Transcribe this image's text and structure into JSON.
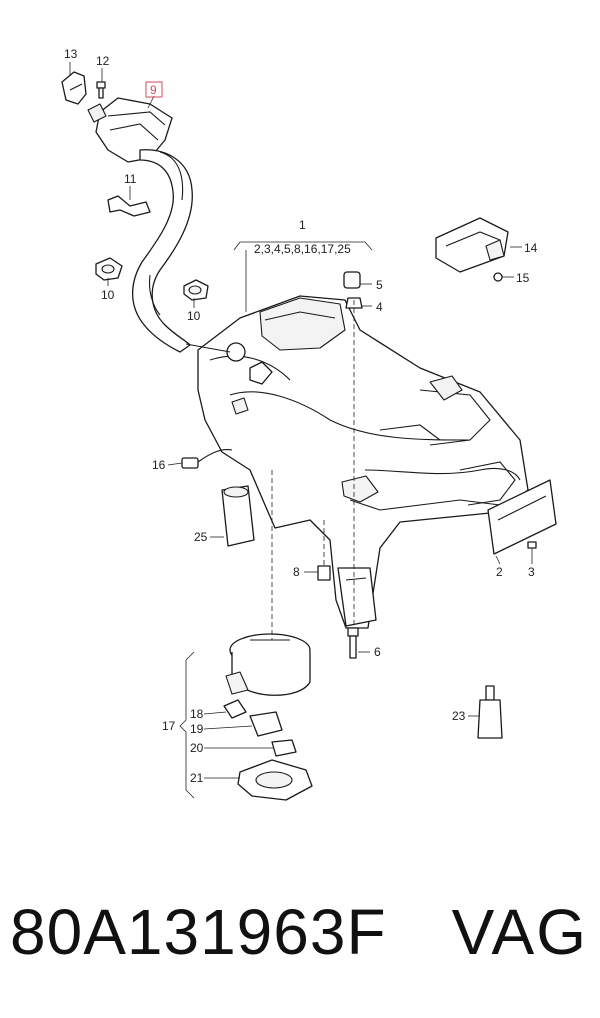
{
  "diagram": {
    "callouts": {
      "c1": "1",
      "c1_sub": "2,3,4,5,8,16,17,25",
      "c2": "2",
      "c3": "3",
      "c4": "4",
      "c5": "5",
      "c6": "6",
      "c8": "8",
      "c9": "9",
      "c10a": "10",
      "c10b": "10",
      "c11": "11",
      "c12": "12",
      "c13": "13",
      "c14": "14",
      "c15": "15",
      "c16": "16",
      "c17": "17",
      "c18": "18",
      "c19": "19",
      "c20": "20",
      "c21": "21",
      "c23": "23",
      "c25": "25"
    },
    "highlight_color": "#d7495b"
  },
  "footer": {
    "part_number": "80A131963F",
    "brand": "VAG"
  }
}
